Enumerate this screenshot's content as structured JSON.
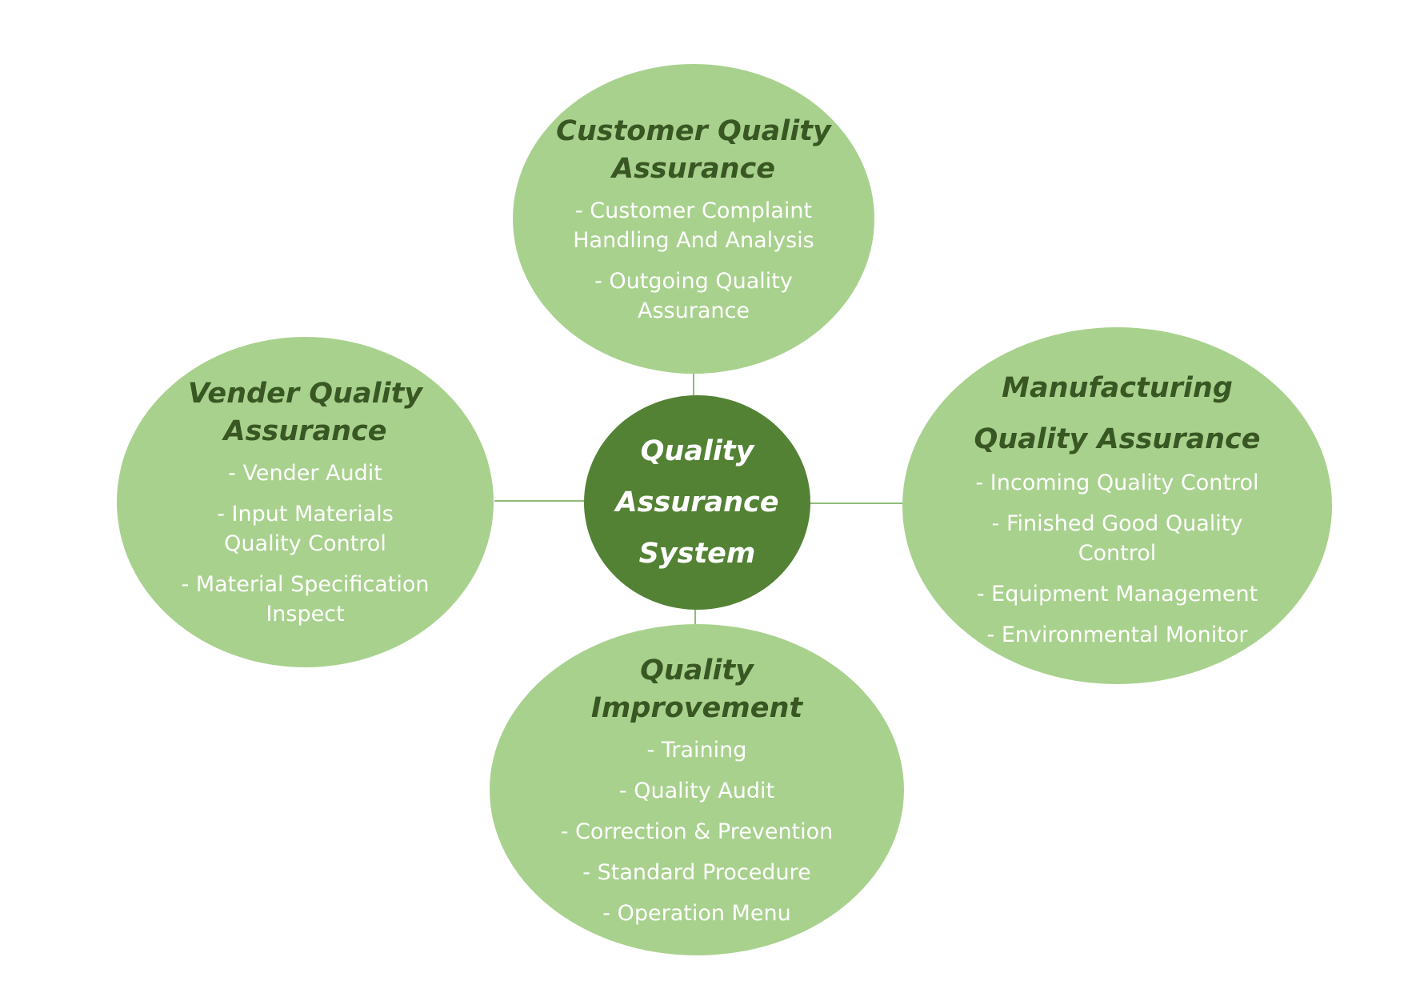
{
  "diagram": {
    "center": {
      "title": "Quality\nAssurance\nSystem"
    },
    "nodes": {
      "customer": {
        "title": "Customer Quality\nAssurance",
        "items": [
          "- Customer Complaint\nHandling And Analysis",
          "- Outgoing Quality\nAssurance"
        ]
      },
      "vender": {
        "title": "Vender Quality\nAssurance",
        "items": [
          "- Vender Audit",
          "- Input Materials\nQuality Control",
          "- Material Specification\nInspect"
        ]
      },
      "manufacturing": {
        "title": "Manufacturing\nQuality Assurance",
        "items": [
          "- Incoming Quality Control",
          "- Finished Good Quality\nControl",
          "- Equipment Management",
          "- Environmental Monitor"
        ]
      },
      "improvement": {
        "title": "Quality\nImprovement",
        "items": [
          "- Training",
          "- Quality Audit",
          "- Correction & Prevention",
          "- Standard Procedure",
          "- Operation Menu"
        ]
      }
    },
    "colors": {
      "outer_fill": "#a9d18e",
      "center_fill": "#548235",
      "title_text": "#385723",
      "item_text": "#ffffff",
      "connector": "#8fbc7a"
    }
  }
}
